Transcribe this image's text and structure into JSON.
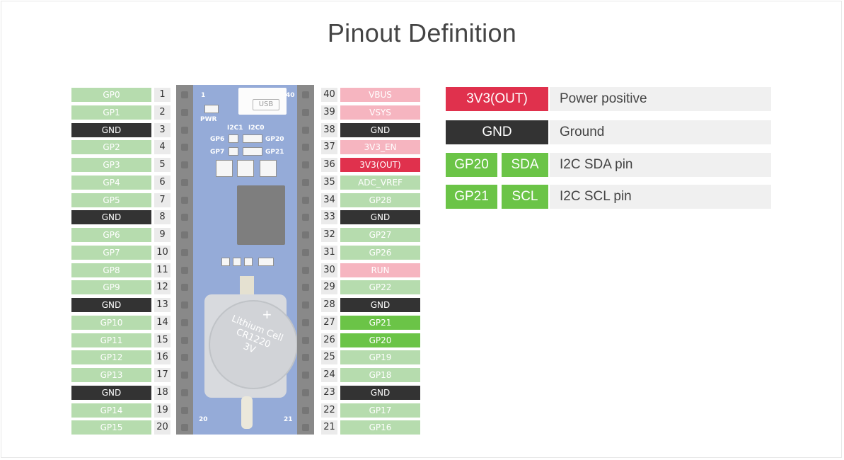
{
  "title": "Pinout Definition",
  "board": {
    "usb": "USB",
    "pwr": "PWR",
    "corner_1": "1",
    "corner_40": "40",
    "corner_20": "20",
    "corner_21": "21",
    "i2c1": "I2C1",
    "i2c0": "I2C0",
    "gp6": "GP6",
    "gp7": "GP7",
    "gp20": "GP20",
    "gp21": "GP21",
    "battery_line1": "Lithium Cell",
    "battery_line2": "CR1220",
    "battery_line3": "3V",
    "battery_plus": "+"
  },
  "left_pins": [
    {
      "num": "1",
      "label": "GP0",
      "type": "gp"
    },
    {
      "num": "2",
      "label": "GP1",
      "type": "gp"
    },
    {
      "num": "3",
      "label": "GND",
      "type": "gnd"
    },
    {
      "num": "4",
      "label": "GP2",
      "type": "gp"
    },
    {
      "num": "5",
      "label": "GP3",
      "type": "gp"
    },
    {
      "num": "6",
      "label": "GP4",
      "type": "gp"
    },
    {
      "num": "7",
      "label": "GP5",
      "type": "gp"
    },
    {
      "num": "8",
      "label": "GND",
      "type": "gnd"
    },
    {
      "num": "9",
      "label": "GP6",
      "type": "gp"
    },
    {
      "num": "10",
      "label": "GP7",
      "type": "gp"
    },
    {
      "num": "11",
      "label": "GP8",
      "type": "gp"
    },
    {
      "num": "12",
      "label": "GP9",
      "type": "gp"
    },
    {
      "num": "13",
      "label": "GND",
      "type": "gnd"
    },
    {
      "num": "14",
      "label": "GP10",
      "type": "gp"
    },
    {
      "num": "15",
      "label": "GP11",
      "type": "gp"
    },
    {
      "num": "16",
      "label": "GP12",
      "type": "gp"
    },
    {
      "num": "17",
      "label": "GP13",
      "type": "gp"
    },
    {
      "num": "18",
      "label": "GND",
      "type": "gnd"
    },
    {
      "num": "19",
      "label": "GP14",
      "type": "gp"
    },
    {
      "num": "20",
      "label": "GP15",
      "type": "gp"
    }
  ],
  "right_pins": [
    {
      "num": "40",
      "label": "VBUS",
      "type": "pwr"
    },
    {
      "num": "39",
      "label": "VSYS",
      "type": "pwr"
    },
    {
      "num": "38",
      "label": "GND",
      "type": "gnd"
    },
    {
      "num": "37",
      "label": "3V3_EN",
      "type": "pwr"
    },
    {
      "num": "36",
      "label": "3V3(OUT)",
      "type": "v33"
    },
    {
      "num": "35",
      "label": "ADC_VREF",
      "type": "adc"
    },
    {
      "num": "34",
      "label": "GP28",
      "type": "gp"
    },
    {
      "num": "33",
      "label": "GND",
      "type": "gnd"
    },
    {
      "num": "32",
      "label": "GP27",
      "type": "gp"
    },
    {
      "num": "31",
      "label": "GP26",
      "type": "gp"
    },
    {
      "num": "30",
      "label": "RUN",
      "type": "pwr"
    },
    {
      "num": "29",
      "label": "GP22",
      "type": "gp"
    },
    {
      "num": "28",
      "label": "GND",
      "type": "gnd"
    },
    {
      "num": "27",
      "label": "GP21",
      "type": "gp on"
    },
    {
      "num": "26",
      "label": "GP20",
      "type": "gp on"
    },
    {
      "num": "25",
      "label": "GP19",
      "type": "gp"
    },
    {
      "num": "24",
      "label": "GP18",
      "type": "gp"
    },
    {
      "num": "23",
      "label": "GND",
      "type": "gnd"
    },
    {
      "num": "22",
      "label": "GP17",
      "type": "gp"
    },
    {
      "num": "21",
      "label": "GP16",
      "type": "gp"
    }
  ],
  "legend": {
    "power_tag": "3V3(OUT)",
    "power_desc": "Power positive",
    "ground_tag": "GND",
    "ground_desc": "Ground",
    "sda_gp": "GP20",
    "sda_tag": "SDA",
    "sda_desc": "I2C SDA pin",
    "scl_gp": "GP21",
    "scl_tag": "SCL",
    "scl_desc": "I2C SCL pin"
  },
  "colors": {
    "gpio": "#b6dcae",
    "gpio_active": "#6bc447",
    "ground": "#333333",
    "power": "#f6b5c0",
    "power_out": "#e0314d"
  }
}
